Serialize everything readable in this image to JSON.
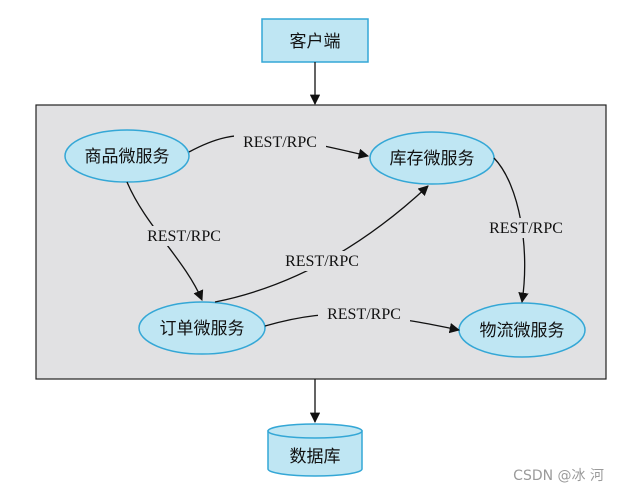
{
  "diagram": {
    "client": "客户端",
    "services": {
      "product": "商品微服务",
      "inventory": "库存微服务",
      "order": "订单微服务",
      "logistics": "物流微服务"
    },
    "database": "数据库",
    "edge_label": "REST/RPC",
    "colors": {
      "node_fill": "#bfe6f3",
      "node_stroke": "#34a7d6",
      "container_fill": "#e1e1e3",
      "container_stroke": "#222222"
    }
  },
  "watermark": "CSDN @冰 河"
}
